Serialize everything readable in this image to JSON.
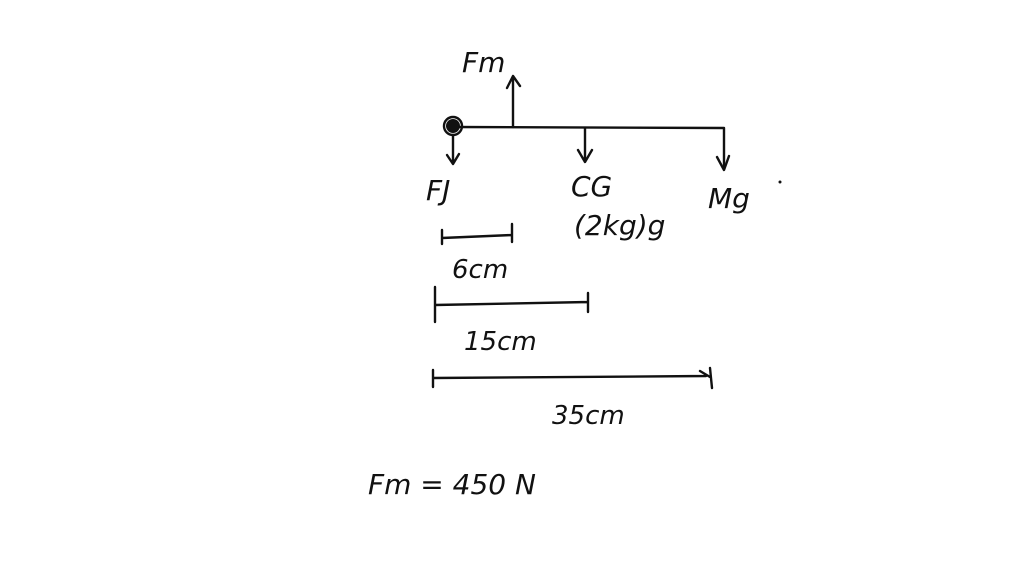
{
  "diagram": {
    "labels": {
      "fm_top": "Fm",
      "fj": "FJ",
      "cg": "CG",
      "cg_weight": "(2kg)g",
      "mg": "Mg",
      "dist_6": "6cm",
      "dist_15": "15cm",
      "dist_35": "35cm",
      "equation": "Fm = 450 N"
    },
    "ink_color": "#111111"
  }
}
